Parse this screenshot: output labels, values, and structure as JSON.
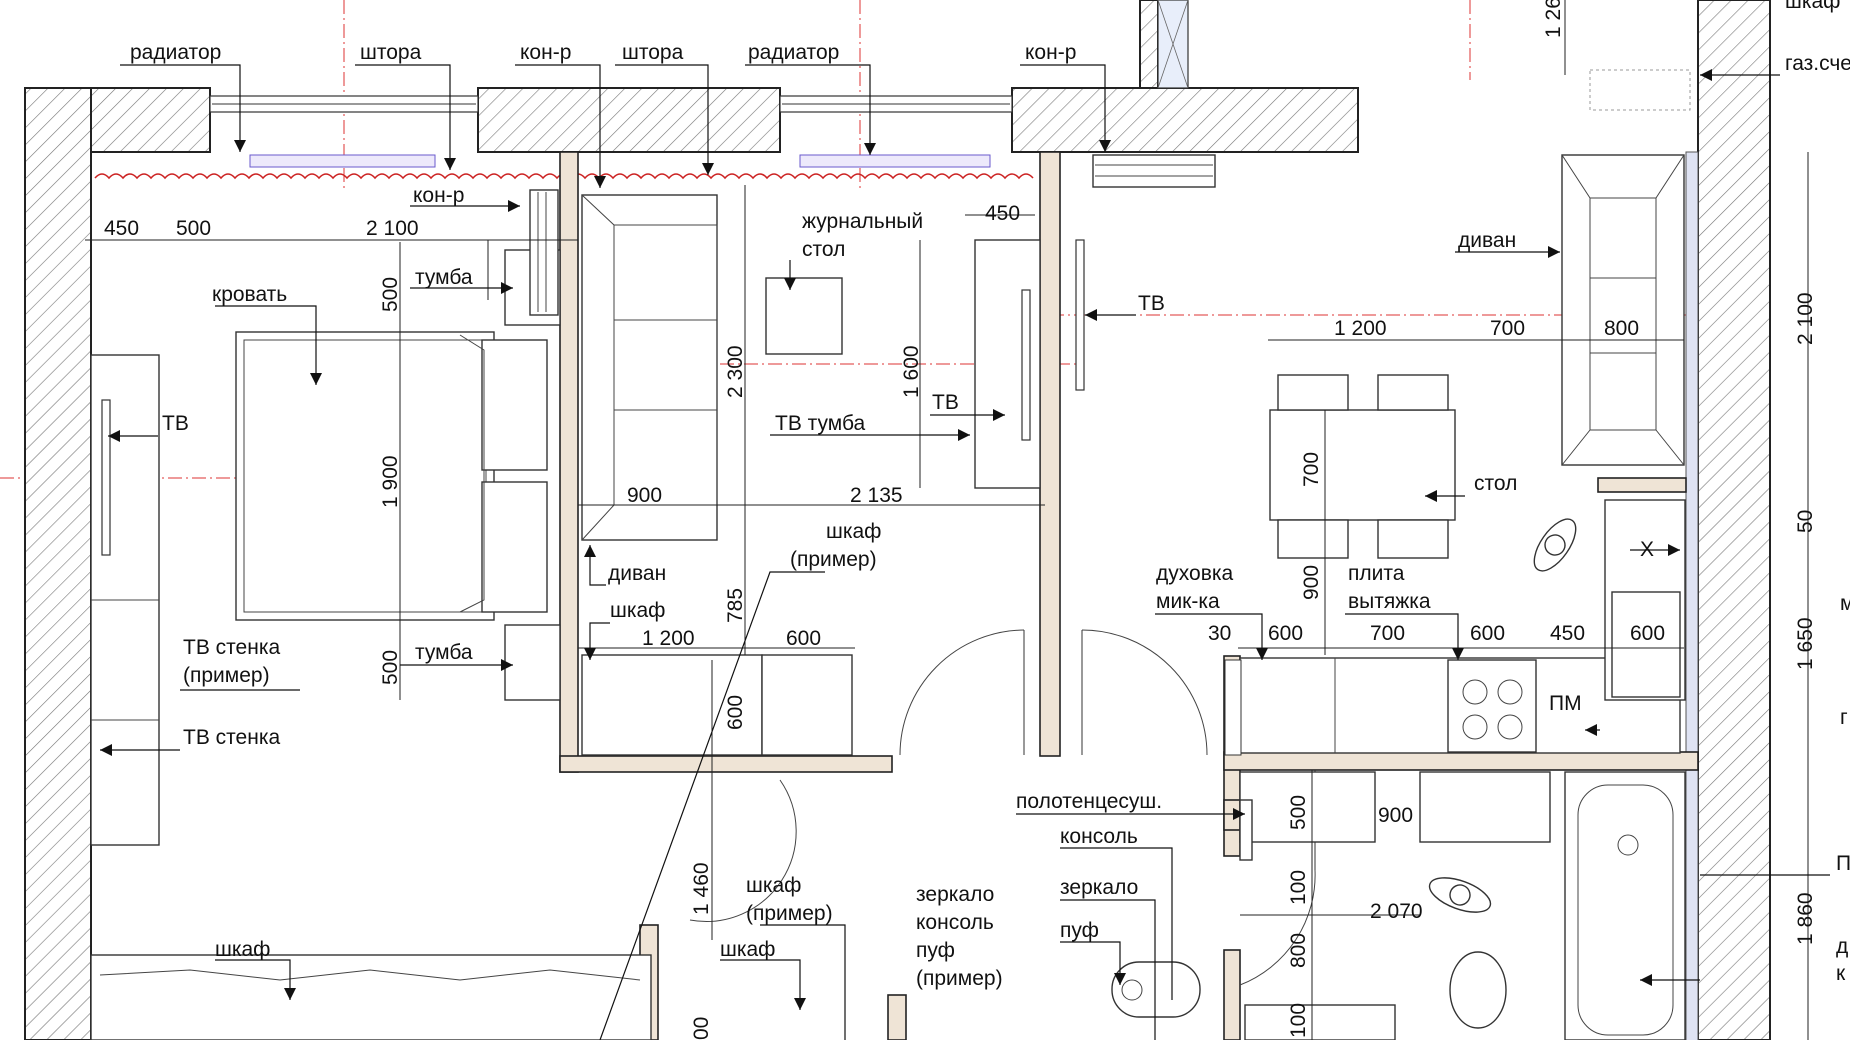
{
  "plan": {
    "labels": {
      "radiator": "радиатор",
      "curtain": "штора",
      "conditioner": "кон-р",
      "magazine_table": [
        "журнальный",
        "стол"
      ],
      "bed": "кровать",
      "nightstand": "тумба",
      "tv": "ТВ",
      "tv_stand": "ТВ тумба",
      "sofa": "диван",
      "wardrobe": "шкаф",
      "wardrobe_example": [
        "шкаф",
        "(пример)"
      ],
      "tv_wall": "ТВ стенка",
      "tv_wall_example": [
        "ТВ стенка",
        "(пример)"
      ],
      "table": "стол",
      "oven": [
        "духовка",
        "мик-ка"
      ],
      "hob": [
        "плита",
        "вытяжка"
      ],
      "dishwasher": "ПМ",
      "towel_dryer": "полотенцесуш.",
      "console": "консоль",
      "mirror": "зеркало",
      "pouf": "пуф",
      "hall_set": [
        "зеркало",
        "консоль",
        "пуф",
        "(пример)"
      ],
      "gas_meter": "газ.сче",
      "fridge_mark": "Х",
      "wardrobe_top": "шкаф",
      "cut_p": "П",
      "cut_m": "м",
      "cut_d": "д",
      "cut_k": "к",
      "cut_g": "г"
    },
    "dimensions": {
      "d450a": "450",
      "d500a": "500",
      "d2100a": "2 100",
      "d500b": "500",
      "d1900": "1 900",
      "d500c": "500",
      "d2300": "2 300",
      "d900a": "900",
      "d2135": "2 135",
      "d1600": "1 600",
      "d450b": "450",
      "d785": "785",
      "d1200a": "1 200",
      "d600a": "600",
      "d600b": "600",
      "d1460": "1 460",
      "d1200b": "1 200",
      "d700a": "700",
      "d800a": "800",
      "d700b": "700",
      "d900b": "900",
      "d30": "30",
      "d600c": "600",
      "d700c": "700",
      "d600d": "600",
      "d450c": "450",
      "d600e": "600",
      "d500d": "500",
      "d900c": "900",
      "d100a": "100",
      "d2070": "2 070",
      "d800b": "800",
      "d100b": "100",
      "d2100b": "2 100",
      "d50": "50",
      "d1650": "1 650",
      "d1860": "1 860",
      "d126": "1 26",
      "d00": "00"
    }
  }
}
